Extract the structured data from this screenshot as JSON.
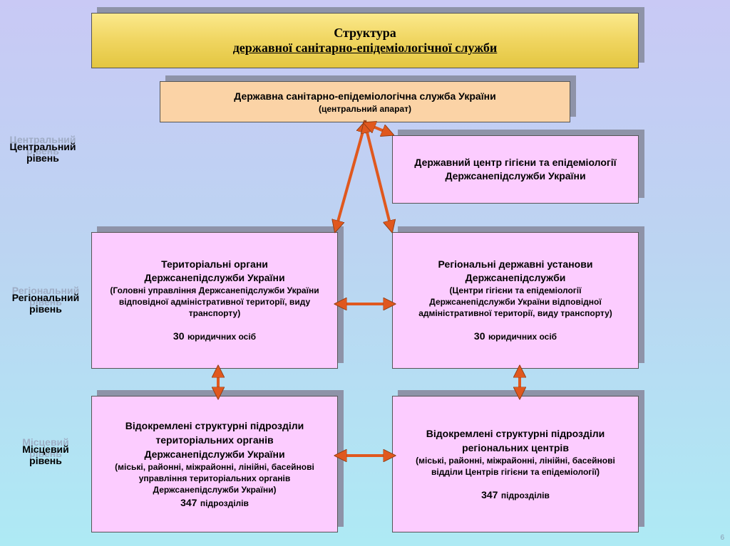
{
  "title": {
    "line1": "Структура",
    "line2": "державної санітарно-епідеміологічної служби"
  },
  "levels": {
    "central": [
      "Центральний",
      "рівень"
    ],
    "regional": [
      "Регіональний",
      "рівень"
    ],
    "local": [
      "Місцевий",
      "рівень"
    ]
  },
  "central_box": {
    "line1": "Державна санітарно-епідеміологічна служба України",
    "line2": "(центральний апарат)"
  },
  "center_box": {
    "line1": "Державний центр гігієни та епідеміології",
    "line2": "Держсанепідслужби України"
  },
  "territorial_box": {
    "line1": "Територіальні органи",
    "line2": "Держсанепідслужби України",
    "line3": "(Головні управління Держсанепідслужби України",
    "line4": "відповідної адміністративної території, виду",
    "line5": "транспорту)",
    "count": "30",
    "count_label": "юридичних осіб"
  },
  "regional_box": {
    "line1": "Регіональні державні установи",
    "line2": "Держсанепідслужби",
    "line3": "(Центри гігієни та епідеміології",
    "line4": "Держсанепідслужби України відповідної",
    "line5": "адміністративної території, виду транспорту)",
    "count": "30",
    "count_label": "юридичних осіб"
  },
  "local_terr_box": {
    "line1": "Відокремлені структурні підрозділи",
    "line2": "територіальних органів",
    "line3": "Держсанепідслужби України",
    "line4": "(міські, районні, міжрайонні, лінійні, басейнові",
    "line5": "управління територіальних органів",
    "line6": "Держсанепідслужби України)",
    "count": "347",
    "count_label": "підрозділів"
  },
  "local_reg_box": {
    "line1": "Відокремлені структурні підрозділи",
    "line2": "регіональних центрів",
    "line3": "(міські, районні, міжрайонні, лінійні, басейнові",
    "line4": "відділи Центрів гігієни та епідеміології)",
    "count": "347",
    "count_label": "підрозділів"
  },
  "page_number": "6",
  "colors": {
    "arrow": "#e0581e",
    "title_fill": "#f0d560",
    "central_fill": "#fbd3a6",
    "box_fill": "#fcccff"
  }
}
